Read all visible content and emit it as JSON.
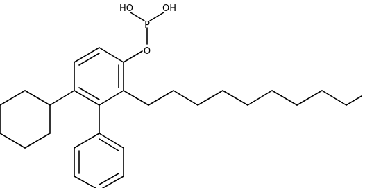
{
  "atoms": {
    "ho_left": "HO",
    "oh_right": "OH",
    "phosphorus": "P",
    "oxygen": "O"
  },
  "colors": {
    "bond": "#000000",
    "background": "#ffffff"
  }
}
